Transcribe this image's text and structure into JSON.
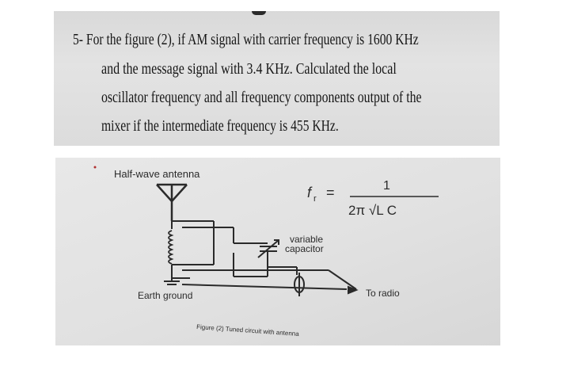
{
  "question": {
    "lines": [
      "5- For the figure (2), if AM signal with carrier frequency is 1600 KHz",
      "and the message signal with 3.4 KHz. Calculated the local",
      "oscillator frequency and all frequency components output of the",
      "mixer if the intermediate frequency is 455 KHz."
    ]
  },
  "figure": {
    "antenna_label": "Half-wave antenna",
    "formula_lhs": "f",
    "formula_sub": "r",
    "formula_eq": "=",
    "formula_numerator": "1",
    "formula_denominator": "2π √L C",
    "capacitor_label_line1": "variable",
    "capacitor_label_line2": "capacitor",
    "ground_label": "Earth ground",
    "output_label": "To radio",
    "caption": "Figure (2) Tuned circuit with antenna"
  }
}
